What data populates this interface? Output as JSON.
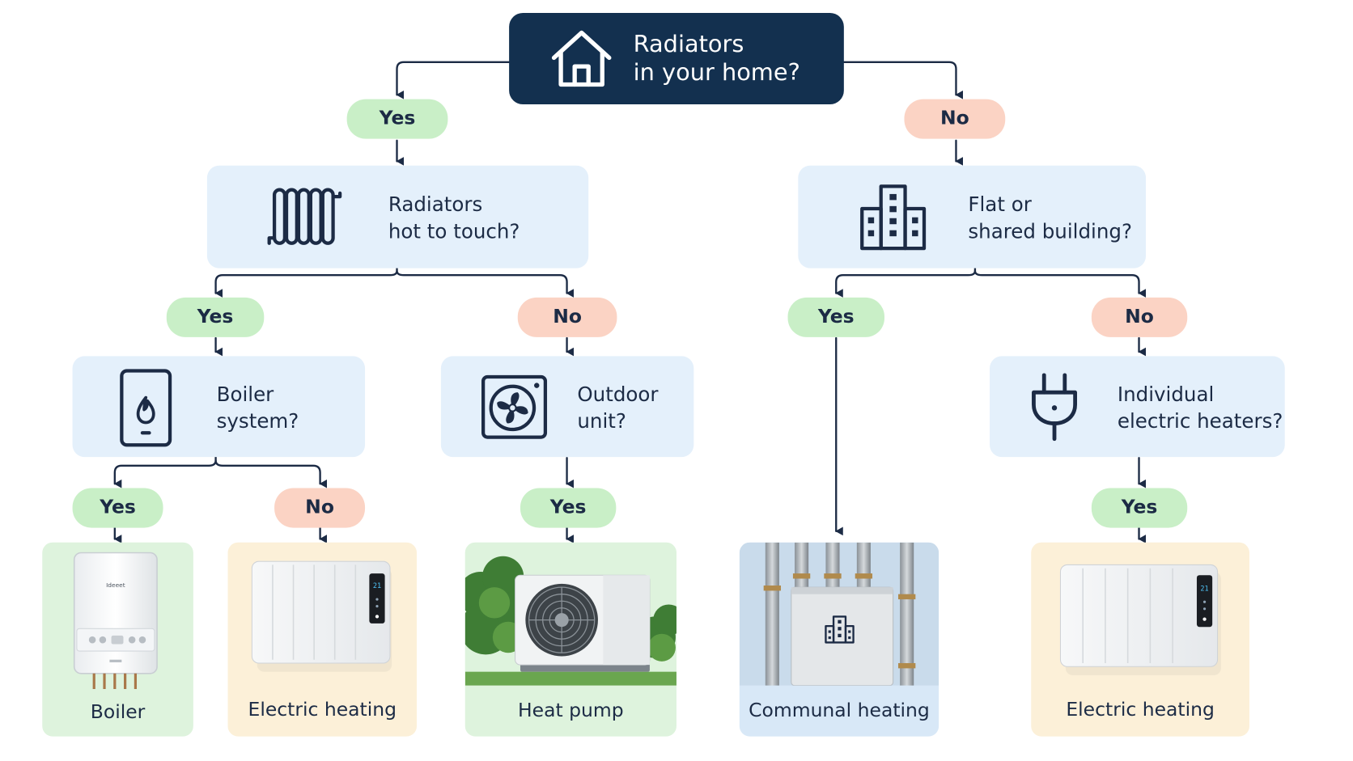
{
  "colors": {
    "root_bg": "#13304f",
    "question_bg": "#e4f0fb",
    "yes_pill": "#c9efc7",
    "no_pill": "#fbd3c4",
    "connector": "#1c2b45",
    "card_green": "#def3dd",
    "card_cream": "#fcf0d8",
    "card_blue": "#d8e8f7"
  },
  "root": {
    "line1": "Radiators",
    "line2": "in your home?",
    "icon": "house-icon"
  },
  "q_hot": {
    "line1": "Radiators",
    "line2": "hot to touch?",
    "icon": "radiator-icon"
  },
  "q_flat": {
    "line1": "Flat or",
    "line2": "shared building?",
    "icon": "apartment-building-icon"
  },
  "q_boiler": {
    "line1": "Boiler",
    "line2": "system?",
    "icon": "thermostat-flame-icon"
  },
  "q_outdoor": {
    "line1": "Outdoor",
    "line2": "unit?",
    "icon": "fan-unit-icon"
  },
  "q_heaters": {
    "line1": "Individual",
    "line2": "electric heaters?",
    "icon": "electric-plug-icon"
  },
  "answers": {
    "root_yes": "Yes",
    "root_no": "No",
    "hot_yes": "Yes",
    "hot_no": "No",
    "flat_yes": "Yes",
    "flat_no": "No",
    "boiler_yes": "Yes",
    "boiler_no": "No",
    "outdoor_yes": "Yes",
    "heaters_yes": "Yes"
  },
  "results": {
    "boiler": {
      "label": "Boiler",
      "image": "gas-boiler",
      "brand_text": "Ideeet"
    },
    "electric_1": {
      "label": "Electric heating",
      "image": "electric-panel-heater",
      "display": "21"
    },
    "heat_pump": {
      "label": "Heat pump",
      "image": "outdoor-heat-pump-unit"
    },
    "communal": {
      "label": "Communal heating",
      "image": "communal-heat-interface-unit"
    },
    "electric_2": {
      "label": "Electric heating",
      "image": "electric-panel-heater",
      "display": "21"
    }
  }
}
